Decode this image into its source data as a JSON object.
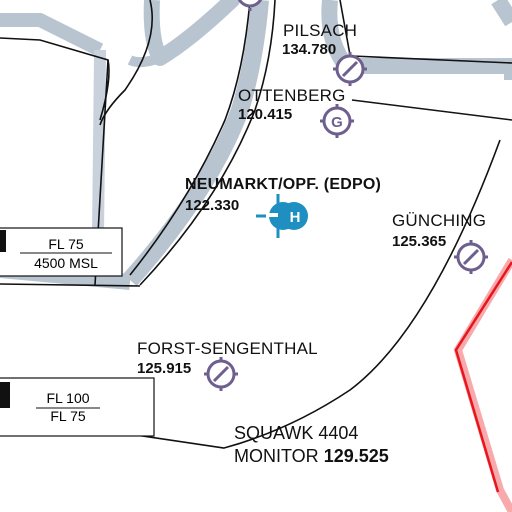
{
  "airfields": [
    {
      "id": "pilsach",
      "name": "PILSACH",
      "frequency": "134.780",
      "symbol": "glider-field-icon"
    },
    {
      "id": "ottenberg",
      "name": "OTTENBERG",
      "frequency": "120.415",
      "symbol": "glider-site-icon",
      "symbol_letter": "G"
    },
    {
      "id": "neumarkt",
      "name": "NEUMARKT/OPF. (EDPO)",
      "frequency": "122.330",
      "symbol": "heliport-icon",
      "symbol_letter": "H"
    },
    {
      "id": "gunching",
      "name": "GÜNCHING",
      "frequency": "125.365",
      "symbol": "glider-field-icon"
    },
    {
      "id": "forst",
      "name": "FORST-SENGENTHAL",
      "frequency": "125.915",
      "symbol": "glider-field-icon"
    }
  ],
  "airspace_labels": [
    {
      "id": "upper",
      "top": "FL 75",
      "bottom": "4500 MSL"
    },
    {
      "id": "lower",
      "top": "FL 100",
      "bottom": "FL 75"
    }
  ],
  "squawk": {
    "line1": "SQUAWK 4404",
    "monitor_label": "MONITOR",
    "monitor_freq": "129.525"
  },
  "colors": {
    "airspace_band": "#b8c4d0",
    "boundary": "#111111",
    "symbol_purple": "#6e5f8e",
    "heliport_blue": "#1e8fc0",
    "restricted_red": "#e8161c",
    "restricted_pink": "#f7a9ab"
  }
}
